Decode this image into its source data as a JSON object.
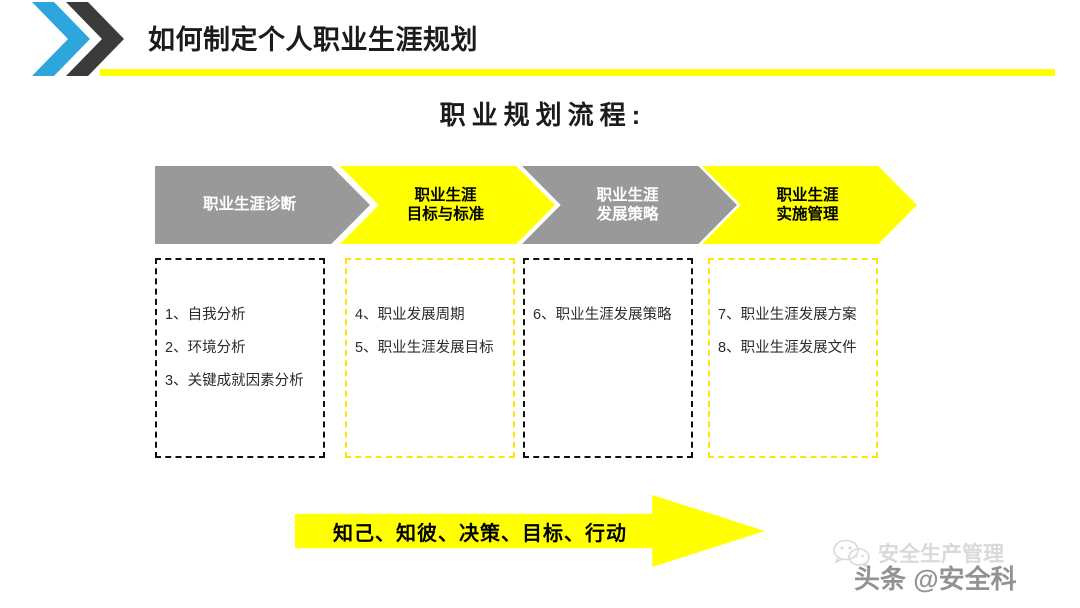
{
  "header": {
    "title": "如何制定个人职业生涯规划",
    "logo_primary_color": "#2ca6dd",
    "logo_secondary_color": "#3b3b3b",
    "underline_color": "#ffff00"
  },
  "section": {
    "title": "职业规划流程:"
  },
  "process": {
    "steps": [
      {
        "label": "职业生涯诊断",
        "lines": [
          "职业生涯诊断"
        ],
        "fill": "#999999",
        "text_color": "#ffffff"
      },
      {
        "label": "职业生涯目标与标准",
        "lines": [
          "职业生涯",
          "目标与标准"
        ],
        "fill": "#ffff00",
        "text_color": "#000000"
      },
      {
        "label": "职业生涯发展策略",
        "lines": [
          "职业生涯",
          "发展策略"
        ],
        "fill": "#999999",
        "text_color": "#ffffff"
      },
      {
        "label": "职业生涯实施管理",
        "lines": [
          "职业生涯",
          "实施管理"
        ],
        "fill": "#ffff00",
        "text_color": "#000000"
      }
    ]
  },
  "detail_boxes": [
    {
      "border_color": "#111111",
      "items": [
        "1、自我分析",
        "2、环境分析",
        "3、关键成就因素分析"
      ]
    },
    {
      "border_color": "#ffe600",
      "items": [
        "4、职业发展周期",
        "5、职业生涯发展目标"
      ]
    },
    {
      "border_color": "#111111",
      "items": [
        "6、职业生涯发展策略"
      ]
    },
    {
      "border_color": "#ffe600",
      "items": [
        "7、职业生涯发展方案",
        "8、职业生涯发展文件"
      ]
    }
  ],
  "bottom_banner": {
    "text": "知己、知彼、决策、目标、行动",
    "fill": "#ffff00",
    "text_color": "#000000"
  },
  "watermark": {
    "wechat_icon": "wechat-icon",
    "wechat_text": "安全生产管理",
    "toutiao_text": "头条 @安全科"
  }
}
